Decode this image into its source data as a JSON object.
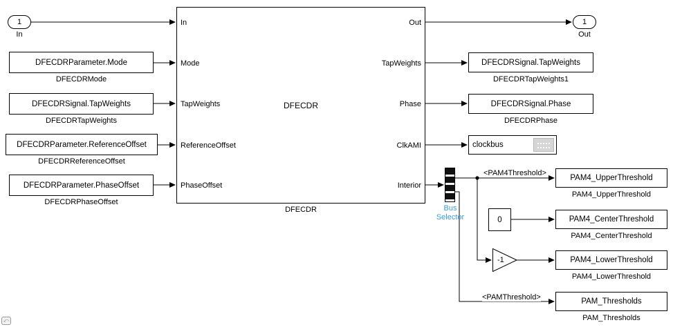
{
  "inport": {
    "number": "1",
    "label": "In"
  },
  "outport": {
    "number": "1",
    "label": "Out"
  },
  "sources": [
    {
      "text": "DFECDRParameter.Mode",
      "label": "DFECDRMode"
    },
    {
      "text": "DFECDRSignal.TapWeights",
      "label": "DFECDRTapWeights"
    },
    {
      "text": "DFECDRParameter.ReferenceOffset",
      "label": "DFECDRReferenceOffset"
    },
    {
      "text": "DFECDRParameter.PhaseOffset",
      "label": "DFECDRPhaseOffset"
    }
  ],
  "dfecdr": {
    "title": "DFECDR",
    "label": "DFECDR",
    "inputs": [
      "In",
      "Mode",
      "TapWeights",
      "ReferenceOffset",
      "PhaseOffset"
    ],
    "outputs": [
      "Out",
      "TapWeights",
      "Phase",
      "ClkAMI",
      "Interior"
    ]
  },
  "sinks": {
    "tapweights1": {
      "text": "DFECDRSignal.TapWeights",
      "label": "DFECDRTapWeights1"
    },
    "phase": {
      "text": "DFECDRSignal.Phase",
      "label": "DFECDRPhase"
    },
    "clockbus": {
      "text": "clockbus"
    },
    "pam4_upper": {
      "text": "PAM4_UpperThreshold",
      "label": "PAM4_UpperThreshold"
    },
    "pam4_center": {
      "text": "PAM4_CenterThreshold",
      "label": "PAM4_CenterThreshold"
    },
    "pam4_lower": {
      "text": "PAM4_LowerThreshold",
      "label": "PAM4_LowerThreshold"
    },
    "pam_thresholds": {
      "text": "PAM_Thresholds",
      "label": "PAM_Thresholds"
    }
  },
  "bus_selector": {
    "label": "Bus Selector"
  },
  "constant": {
    "value": "0"
  },
  "gain": {
    "value": "-1"
  },
  "signal_labels": {
    "pam4_threshold": "<PAM4Threshold>",
    "pam_threshold": "<PAMThreshold>"
  },
  "colors": {
    "bus_selector_label": "#3a99d8",
    "wire": "#000000",
    "background": "#ffffff"
  }
}
